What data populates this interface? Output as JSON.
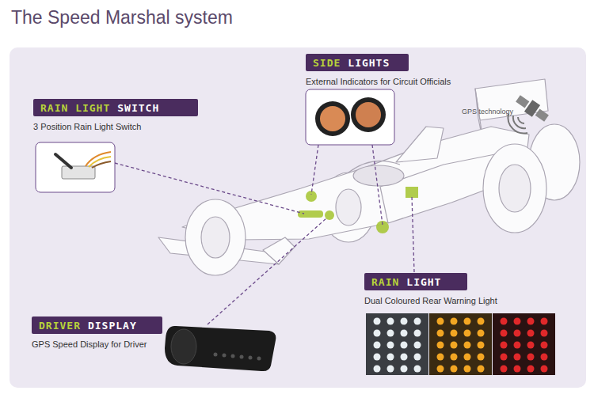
{
  "diagram": {
    "title": "The Speed Marshal system",
    "nodes": [
      {
        "text": [
          "SIDE",
          "LIGHTS",
          "External Indicators for Circuit Officials"
        ]
      },
      {
        "text": [
          "RAIN LIGHT",
          "SWITCH",
          "3 Position Rain Light Switch"
        ]
      },
      {
        "text": [
          "RAIN",
          "LIGHT",
          "Dual Coloured Rear Warning Light"
        ]
      },
      {
        "text": [
          "DRIVER",
          "DISPLAY",
          "GPS Speed Display for Driver"
        ]
      }
    ],
    "labels": [
      "GPS technology"
    ]
  }
}
